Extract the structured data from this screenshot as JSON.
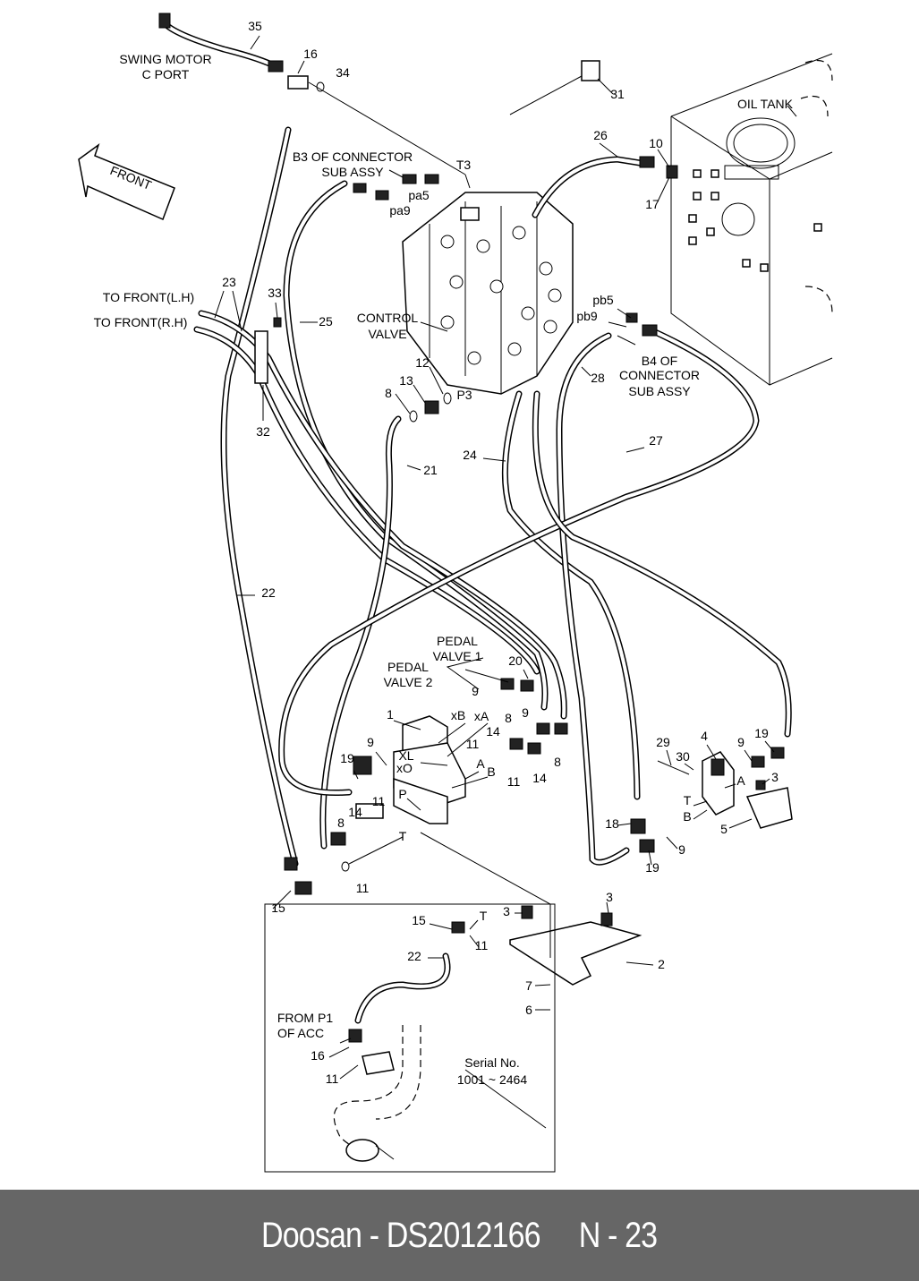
{
  "diagram": {
    "labels": [
      "35",
      "SWING MOTOR",
      "C PORT",
      "16",
      "34",
      "31",
      "B3 OF CONNECTOR",
      "SUB ASSY",
      "T3",
      "pa5",
      "pa9",
      "26",
      "10",
      "17",
      "OIL TANK",
      "FRONT",
      "TO FRONT(L.H)",
      "TO FRONT(R.H)",
      "23",
      "33",
      "25",
      "CONTROL",
      "VALVE",
      "pb5",
      "pb9",
      "B4 OF",
      "CONNECTOR",
      "SUB ASSY",
      "28",
      "12",
      "13",
      "P3",
      "8",
      "32",
      "21",
      "24",
      "27",
      "22",
      "PEDAL",
      "VALVE 1",
      "PEDAL",
      "VALVE 2",
      "20",
      "9",
      "9",
      "xB",
      "xA",
      "1",
      "8",
      "14",
      "11",
      "8",
      "9",
      "19",
      "XL",
      "xO",
      "A",
      "B",
      "11",
      "14",
      "29",
      "30",
      "4",
      "9",
      "19",
      "A",
      "3",
      "T",
      "B",
      "5",
      "18",
      "9",
      "19",
      "P",
      "11",
      "14",
      "8",
      "T",
      "11",
      "15",
      "3",
      "3",
      "2",
      "7",
      "6",
      "15",
      "T",
      "11",
      "22",
      "FROM P1",
      "OF ACC",
      "16",
      "11",
      "Serial No.",
      "1001 ~ 2464"
    ],
    "line_color": "#000000",
    "background": "#ffffff"
  },
  "footer": {
    "text": "Doosan - DS2012166     N - 23",
    "background": "#666666"
  }
}
